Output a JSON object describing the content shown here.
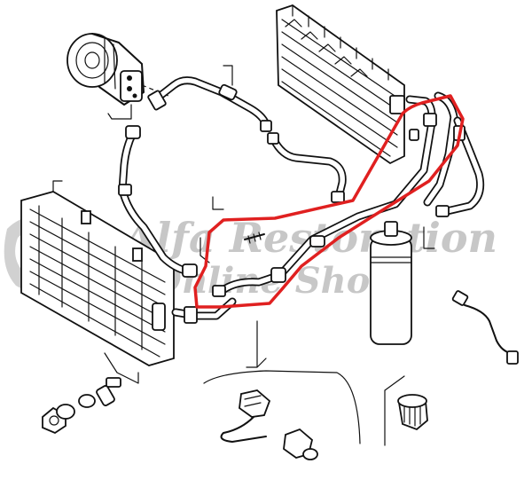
{
  "watermark": {
    "line1": "Alfa Restoration",
    "line2": "Online Shop",
    "color": "#9a9a9a"
  },
  "highlight": {
    "color": "#e02020",
    "label": "highlighted-pipe-section"
  },
  "parts": [
    "compressor",
    "evaporator",
    "condenser",
    "receiver-drier",
    "high-pressure-line",
    "suction-line",
    "pressure-switch",
    "drier-cap"
  ]
}
